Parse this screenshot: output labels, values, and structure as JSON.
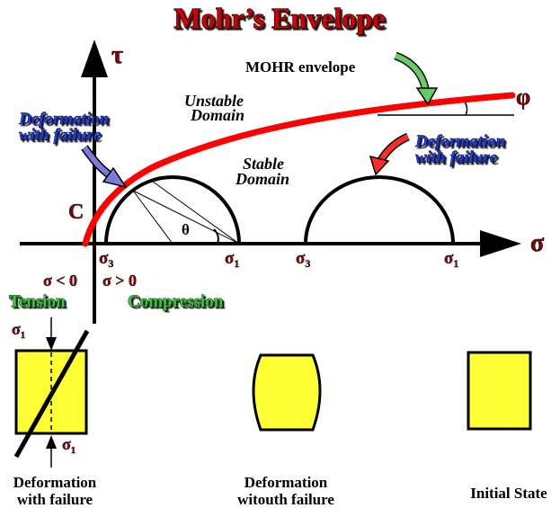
{
  "title": "Mohr’s Envelope",
  "axes": {
    "tau": "τ",
    "sigma": "σ"
  },
  "envelope": {
    "label": "MOHR envelope",
    "phi": "φ",
    "cohesion": "C"
  },
  "domains": {
    "unstable_line1": "Unstable",
    "unstable_line2": "Domain",
    "stable_line1": "Stable",
    "stable_line2": "Domain"
  },
  "callouts": {
    "left_line1": "Deformation",
    "left_line2": "with failure",
    "right_line1": "Deformation",
    "right_line2": "with failure"
  },
  "theta": "θ",
  "stress": {
    "s3_base": "σ",
    "s3_sub": "3",
    "s1_base": "σ",
    "s1_sub": "1"
  },
  "signs": {
    "negative": "σ < 0",
    "positive": "σ > 0"
  },
  "regions": {
    "tension": "Tension",
    "compression": "Compression"
  },
  "specimens": {
    "failure_line1": "Deformation",
    "failure_line2": "with failure",
    "nofailure_line1": "Deformation",
    "nofailure_line2": "witouth failure",
    "initial": "Initial State"
  },
  "colors": {
    "envelope": "#ff0000",
    "title": "#cc0000",
    "label_red": "#990000",
    "callout_blue": "#1a3cff",
    "region_green": "#33cc33",
    "specimen_fill": "#ffff33",
    "arrow_green": "#66cc66",
    "arrow_blue": "#7b7bdd",
    "arrow_red": "#ff2a2a"
  }
}
